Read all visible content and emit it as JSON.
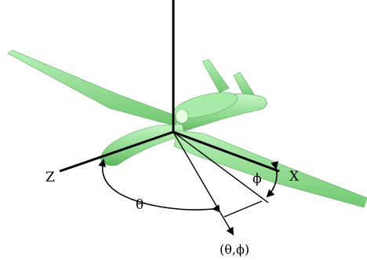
{
  "labels": {
    "z_axis": "Z",
    "x_axis": "X",
    "theta": "θ",
    "phi": "ϕ",
    "direction": "(θ,ϕ)"
  },
  "colors": {
    "aircraft_fill": "#9fe29f",
    "aircraft_shade": "#6fc46f",
    "aircraft_edge": "#4f9f4f",
    "lines": "#000000",
    "background": "#ffffff"
  }
}
